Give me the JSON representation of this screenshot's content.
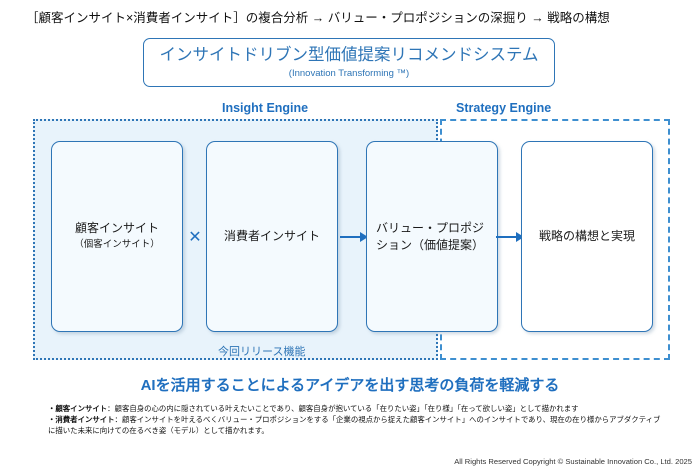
{
  "header": {
    "breadcrumb": "［顧客インサイト×消費者インサイト］の複合分析 → バリュー・プロポジションの深掘り → 戦略の構想"
  },
  "title_box": {
    "main": "インサイトドリブン型価値提案リコメンドシステム",
    "sub": "(Innovation Transforming ™)"
  },
  "regions": {
    "insight_engine_label": "Insight Engine",
    "strategy_engine_label": "Strategy Engine",
    "release_label": "今回リリース機能"
  },
  "cards": [
    {
      "name": "customer-insight",
      "title": "顧客インサイト",
      "sub": "（個客インサイト）"
    },
    {
      "name": "consumer-insight",
      "title": "消費者インサイト",
      "sub": ""
    },
    {
      "name": "value-proposition",
      "title": "バリュー・プロポジション（価値提案）",
      "sub": ""
    },
    {
      "name": "strategy",
      "title": "戦略の構想と実現",
      "sub": ""
    }
  ],
  "operators": {
    "multiply": "✕"
  },
  "tagline": "AIを活用することによるアイデアを出す思考の負荷を軽減する",
  "footnotes": [
    {
      "term": "・顧客インサイト",
      "separator": "：",
      "text": "顧客自身の心の内に隠されている叶えたいことであり、顧客自身が抱いている「在りたい姿」「在り様」「在って欲しい姿」として描かれます"
    },
    {
      "term": "・消費者インサイト",
      "separator": "：",
      "text": "顧客インサイトを叶えるべくバリュー・プロポジションをする「企業の視点から捉えた顧客インサイト」へのインサイトであり、現在の在り様からアブダクティブに描いた未来に向けての在るべき姿（モデル）として描かれます。"
    }
  ],
  "footer": {
    "copyright": "All Rights Reserved Copyright © Sustainable Innovation Co., Ltd. 2025"
  },
  "colors": {
    "accent_blue": "#2E75B6",
    "label_blue": "#1F6FBF",
    "region_fill": "#E8F3FB",
    "card_fill": "#F4FAFE"
  }
}
